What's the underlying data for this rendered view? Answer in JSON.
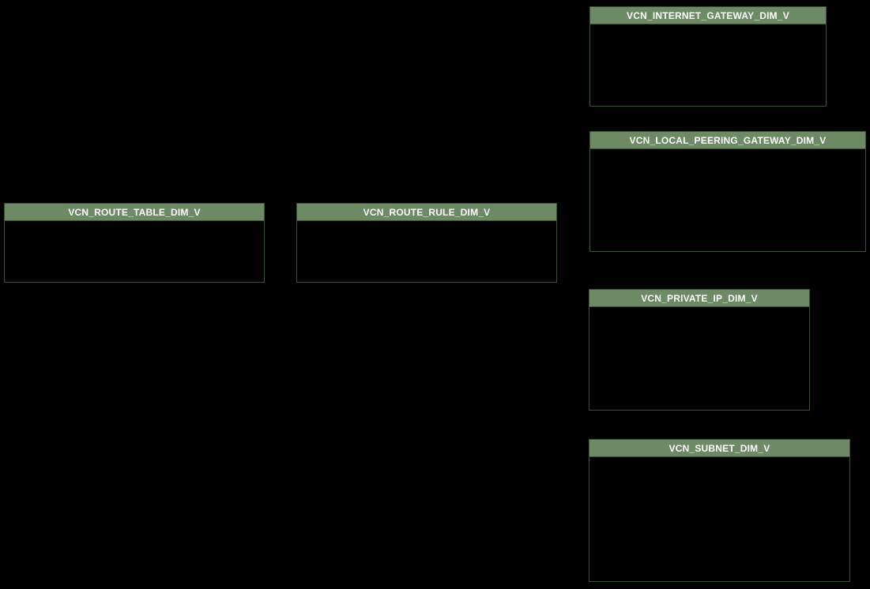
{
  "diagram": {
    "type": "entity-relationship-diagram",
    "background_color": "#000000",
    "entity_header_color": "#6c8a63",
    "entity_border_color": "#3d4f35",
    "entity_title_color": "#ffffff",
    "entities": [
      {
        "label": "VCN_INTERNET_GATEWAY_DIM_V"
      },
      {
        "label": "VCN_LOCAL_PEERING_GATEWAY_DIM_V"
      },
      {
        "label": "VCN_ROUTE_TABLE_DIM_V"
      },
      {
        "label": "VCN_ROUTE_RULE_DIM_V"
      },
      {
        "label": "VCN_PRIVATE_IP_DIM_V"
      },
      {
        "label": "VCN_SUBNET_DIM_V"
      }
    ]
  }
}
